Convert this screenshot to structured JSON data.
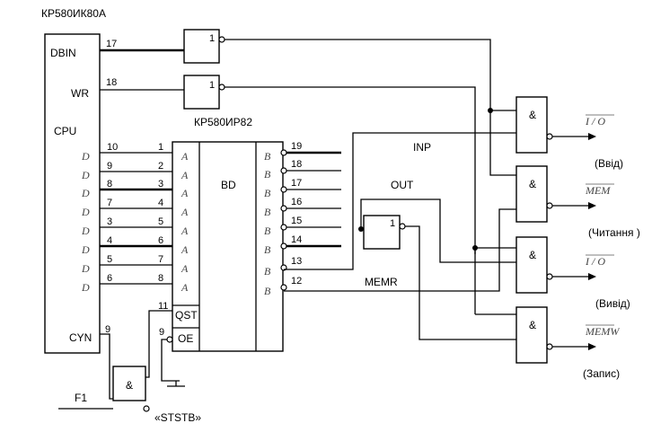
{
  "title": "КР580ИК80А",
  "cpu": {
    "label": "CPU",
    "pins": [
      {
        "name": "DBIN",
        "num": "17"
      },
      {
        "name": "WR",
        "num": "18"
      },
      {
        "name": "CYN",
        "num": "9"
      }
    ],
    "data_pins": [
      {
        "sub": "D",
        "num": "10"
      },
      {
        "sub": "D",
        "num": "9"
      },
      {
        "sub": "D",
        "num": "8"
      },
      {
        "sub": "D",
        "num": "7"
      },
      {
        "sub": "D",
        "num": "3"
      },
      {
        "sub": "D",
        "num": "4"
      },
      {
        "sub": "D",
        "num": "5"
      },
      {
        "sub": "D",
        "num": "6"
      }
    ]
  },
  "bus_driver": {
    "title": "КР580ИР82",
    "label": "BD",
    "a_labels": [
      "A",
      "A",
      "A",
      "A",
      "A",
      "A",
      "A",
      "A"
    ],
    "a_nums": [
      "1",
      "2",
      "3",
      "4",
      "5",
      "6",
      "7",
      "8"
    ],
    "b_labels": [
      "B",
      "B",
      "B",
      "B",
      "B",
      "B",
      "B",
      "B"
    ],
    "b_nums": [
      "19",
      "18",
      "17",
      "16",
      "15",
      "14",
      "13",
      "12"
    ],
    "qst": "QST",
    "qst_num": "11",
    "oe": "OE",
    "oe_num": "9"
  },
  "gates": {
    "inv_symbol": "1",
    "and_symbol": "&"
  },
  "signals": {
    "inp": "INP",
    "out": "OUT",
    "memr": "MEMR",
    "f1": "F1",
    "ststb": "«STSTB»"
  },
  "outputs": [
    {
      "label": "I / O",
      "desc": "(Ввід)"
    },
    {
      "label": "MEM",
      "desc": "(Читання )"
    },
    {
      "label": "I / O",
      "desc": "(Вивід)"
    },
    {
      "label": "MEMW",
      "desc": "(Запис)"
    }
  ]
}
